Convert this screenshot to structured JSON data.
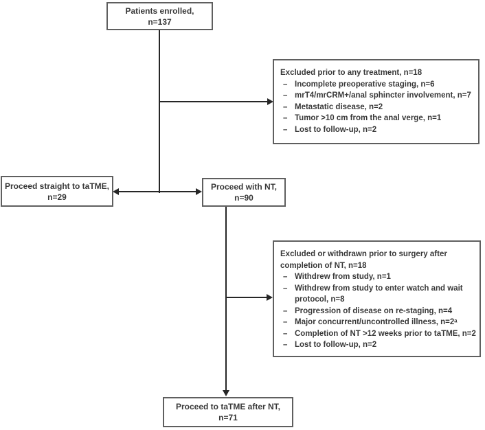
{
  "flowchart": {
    "dash": "–",
    "colors": {
      "background": "#ffffff",
      "box_border": "#5f5f5f",
      "connector_line": "#262626",
      "text": "#383838"
    },
    "boxes": {
      "enrolled": {
        "line1": "Patients enrolled,",
        "line2": "n=137"
      },
      "straight_tatme": {
        "line1": "Proceed straight to taTME,",
        "line2": "n=29"
      },
      "proceed_nt": {
        "line1": "Proceed with NT,",
        "line2": "n=90"
      },
      "tatme_after_nt": {
        "line1": "Proceed to taTME after NT,",
        "line2": "n=71"
      },
      "excluded_pre_treatment": {
        "title": "Excluded prior to any treatment, n=18",
        "items": [
          "Incomplete preoperative staging, n=6",
          "mrT4/mrCRM+/anal sphincter involvement, n=7",
          "Metastatic disease, n=2",
          "Tumor >10 cm from the anal verge, n=1",
          "Lost to follow-up, n=2"
        ]
      },
      "excluded_post_nt": {
        "title": "Excluded or withdrawn prior to surgery after completion of NT, n=18",
        "items": [
          "Withdrew from study, n=1",
          "Withdrew from study to enter watch and wait protocol, n=8",
          "Progression of disease on re-staging, n=4",
          "Major concurrent/uncontrolled illness, n=2ᵃ",
          "Completion of NT >12 weeks prior to taTME, n=2",
          "Lost to follow-up, n=2"
        ]
      }
    }
  }
}
